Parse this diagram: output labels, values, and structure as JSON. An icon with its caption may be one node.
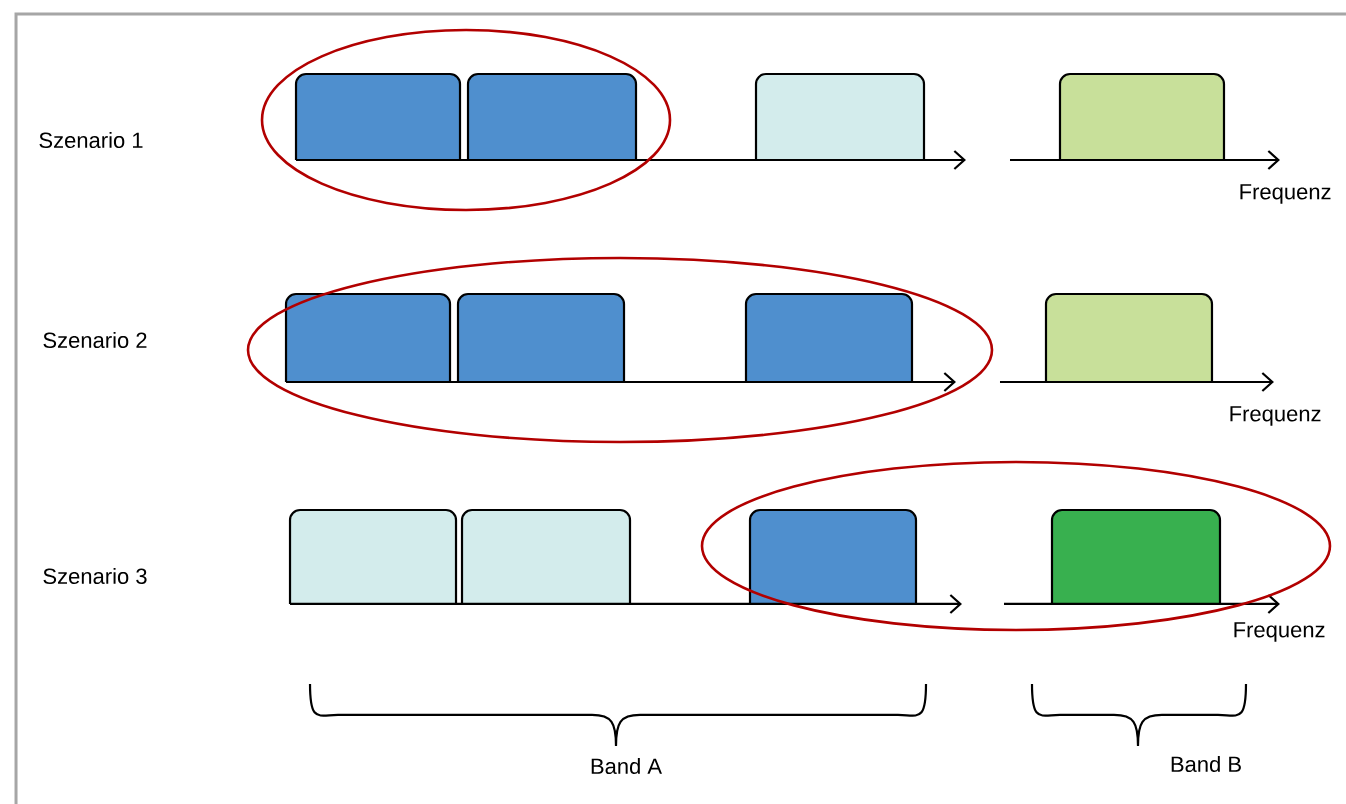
{
  "diagram": {
    "labels": [
      "Szenario 1",
      "Frequenz",
      "Szenario 2",
      "Frequenz",
      "Szenario 3",
      "Frequenz",
      "Band A",
      "Band B"
    ]
  }
}
